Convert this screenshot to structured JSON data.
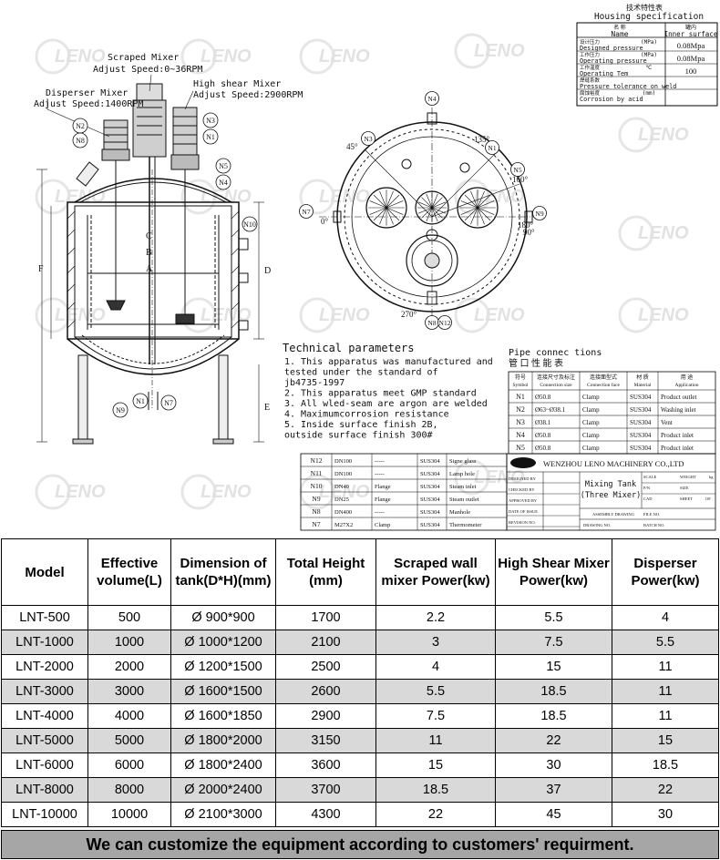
{
  "watermark": "LENO",
  "housing": {
    "title_cn": "技术特性表",
    "title_en": "Housing specification",
    "col1_cn": "名 称",
    "col1_en": "Name",
    "col2_cn": "罐内",
    "col2_en": "Inner surface",
    "rows": [
      {
        "cn": "设计压力",
        "unit": "(MPa)",
        "en": "Designed pressure",
        "value": "0.08Mpa"
      },
      {
        "cn": "工作压力",
        "unit": "(MPa)",
        "en": "Operating pressure",
        "value": "0.08Mpa"
      },
      {
        "cn": "工作温度",
        "unit": "℃",
        "en": "Operating Tem",
        "value": "100"
      },
      {
        "cn": "焊缝系数",
        "unit": "",
        "en": "Pressure tolerance on weld",
        "value": ""
      },
      {
        "cn": "腐蚀裕度",
        "unit": "(mm)",
        "en": "Corrosion by acid",
        "value": ""
      }
    ]
  },
  "labels": {
    "scraped_mixer": "Scraped Mixer",
    "scraped_speed": "Adjust Speed:0~36RPM",
    "high_shear": "High shear Mixer",
    "high_shear_speed": "Adjust Speed:2900RPM",
    "disperser": "Disperser Mixer",
    "disperser_speed": "Adjust Speed:1400RPM"
  },
  "side_nozzles": [
    "N2",
    "N8",
    "N3",
    "N1",
    "N5",
    "N4",
    "N10",
    "N9",
    "N7",
    "N1"
  ],
  "dim_letters": [
    "F",
    "D",
    "E",
    "C",
    "B",
    "A"
  ],
  "top_view": {
    "nozzles": [
      "N4",
      "N3",
      "N1",
      "N5",
      "N7",
      "N9",
      "N8",
      "N12"
    ],
    "angles": [
      "45°",
      "135°",
      "160°",
      "0°",
      "180°",
      "90°",
      "270°"
    ]
  },
  "technical": {
    "title": "Technical parameters",
    "items": [
      "1. This apparatus was manufactured and",
      "   tested under the standard of",
      "   jb4735-1997",
      "2. This apparatus meet GMP standard",
      "3. All wled-seam are argon are welded",
      "4. Maximumcorrosion resistance",
      "5. Inside surface finish 2B,",
      "   outside surface finish 300#"
    ]
  },
  "pipe": {
    "title_en": "Pipe connec tions",
    "title_cn": "管 口 性 能 表",
    "headers": [
      {
        "cn": "符号",
        "en": "Symbol"
      },
      {
        "cn": "连接尺寸及标注",
        "en": "Connection size"
      },
      {
        "cn": "连接面型式",
        "en": "Connection face"
      },
      {
        "cn": "材 质",
        "en": "Material"
      },
      {
        "cn": "用 途",
        "en": "Application"
      }
    ],
    "rows": [
      [
        "N1",
        "Ø50.8",
        "Clamp",
        "SUS304",
        "Product outlet"
      ],
      [
        "N2",
        "Ø63~Ø38.1",
        "Clamp",
        "SUS304",
        "Washing inlet"
      ],
      [
        "N3",
        "Ø38.1",
        "Clamp",
        "SUS304",
        "Vent"
      ],
      [
        "N4",
        "Ø50.8",
        "Clamp",
        "SUS304",
        "Product inlet"
      ],
      [
        "N5",
        "Ø50.8",
        "Clamp",
        "SUS304",
        "Product inlet"
      ]
    ]
  },
  "lower_pipe": [
    [
      "N12",
      "DN100",
      "-----",
      "SUS304",
      "Signe glass"
    ],
    [
      "N11",
      "DN100",
      "-----",
      "SUS304",
      "Lamp hole"
    ],
    [
      "N10",
      "DN40",
      "Flange",
      "SUS304",
      "Steam inlet"
    ],
    [
      "N9",
      "DN25",
      "Flange",
      "SUS304",
      "Steam outlet"
    ],
    [
      "N8",
      "DN400",
      "-----",
      "SUS304",
      "Manhole"
    ],
    [
      "N7",
      "M27X2",
      "Clamp",
      "SUS304",
      "Thermometer"
    ]
  ],
  "title_block": {
    "company": "WENZHOU LENO MACHINERY CO.,LTD",
    "product_line1": "Mixing Tank",
    "product_line2": "(Three Mixer)",
    "left_labels": [
      "DESIGNED BY",
      "CHECKED BY",
      "APPROVED BY",
      "DATE OF ISSUE",
      "REVISION NO."
    ],
    "mid_labels": [
      "ASSEMBLY DRAWING",
      "DRAWING NO.",
      "BATCH NO."
    ],
    "right_labels": [
      "SCALE",
      "WEIGHT",
      "kg",
      "P/N",
      "SIZE",
      "CAD",
      "SHEET",
      "OF",
      "FILE NO."
    ]
  },
  "spec": {
    "headers": [
      "Model",
      "Effective volume(L)",
      "Dimension of tank(D*H)(mm)",
      "Total Height (mm)",
      "Scraped wall mixer Power(kw)",
      "High Shear Mixer Power(kw)",
      "Disperser Power(kw)"
    ],
    "rows": [
      [
        "LNT-500",
        "500",
        "Ø 900*900",
        "1700",
        "2.2",
        "5.5",
        "4"
      ],
      [
        "LNT-1000",
        "1000",
        "Ø 1000*1200",
        "2100",
        "3",
        "7.5",
        "5.5"
      ],
      [
        "LNT-2000",
        "2000",
        "Ø 1200*1500",
        "2500",
        "4",
        "15",
        "11"
      ],
      [
        "LNT-3000",
        "3000",
        "Ø 1600*1500",
        "2600",
        "5.5",
        "18.5",
        "11"
      ],
      [
        "LNT-4000",
        "4000",
        "Ø 1600*1850",
        "2900",
        "7.5",
        "18.5",
        "11"
      ],
      [
        "LNT-5000",
        "5000",
        "Ø 1800*2000",
        "3150",
        "11",
        "22",
        "15"
      ],
      [
        "LNT-6000",
        "6000",
        "Ø 1800*2400",
        "3600",
        "15",
        "30",
        "18.5"
      ],
      [
        "LNT-8000",
        "8000",
        "Ø 2000*2400",
        "3700",
        "18.5",
        "37",
        "22"
      ],
      [
        "LNT-10000",
        "10000",
        "Ø 2100*3000",
        "4300",
        "22",
        "45",
        "30"
      ]
    ],
    "footer": "We can customize the equipment according to customers' requirment."
  }
}
